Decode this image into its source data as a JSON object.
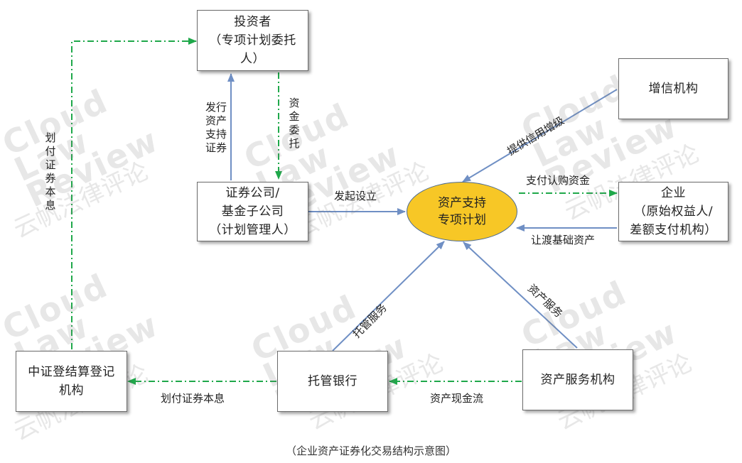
{
  "nodes": {
    "investor": "投资者\n（专项计划委托\n人）",
    "manager": "证券公司/\n基金子公司\n（计划管理人）",
    "sps": "资产支持\n专项计划",
    "credit": "增信机构",
    "enterprise": "企业\n（原始权益人/\n差额支付机构）",
    "csdc": "中证登结算登记\n机构",
    "custodian": "托管银行",
    "servicer": "资产服务机构"
  },
  "edges": {
    "issue": "发行资产支持证券",
    "entrust": "资金委托",
    "pay_principal_left": "划付证券本息",
    "initiate": "发起设立",
    "credit_enhance": "提供信用增级",
    "pay_subscription": "支付认购资金",
    "transfer_assets": "让渡基础资产",
    "custody_service": "托管服务",
    "asset_service": "资产服务",
    "pay_principal_bottom": "划付证券本息",
    "cash_flow": "资产现金流"
  },
  "watermark": {
    "en": "Cloud\nLaw\nReview",
    "cn": "云帆法律评论"
  },
  "caption": "（企业资产证券化交易结构示意图）",
  "colors": {
    "solid_arrow": "#6f8fc4",
    "dash_arrow": "#1fa84a",
    "ellipse_fill": "#f7c726"
  }
}
